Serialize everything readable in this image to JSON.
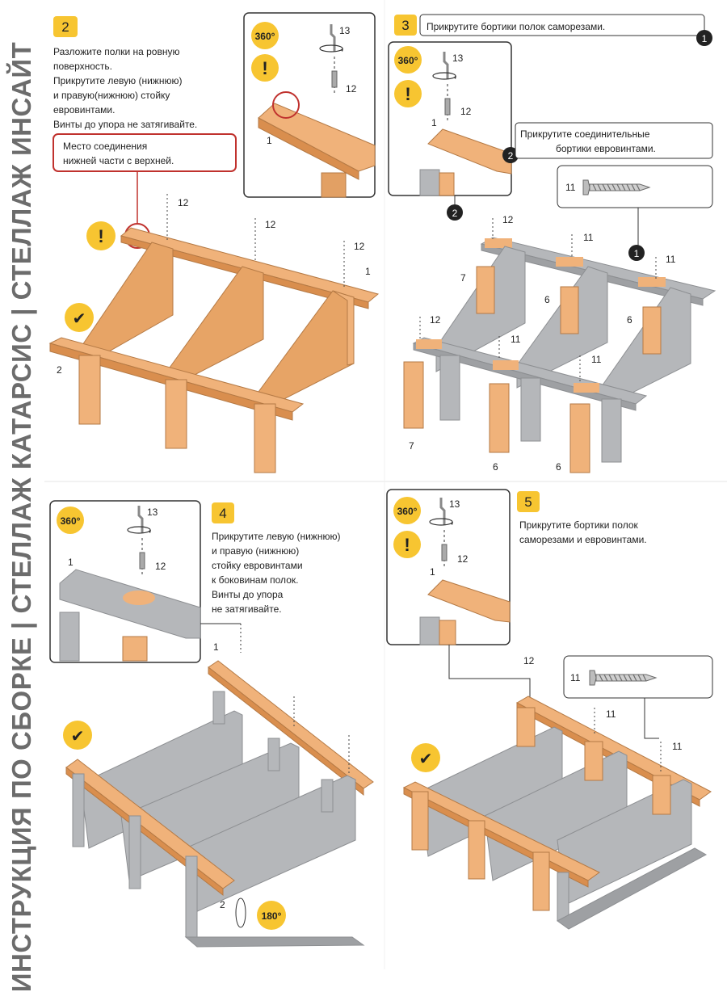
{
  "sidebar": {
    "title": "ИНСТРУКЦИЯ ПО СБОРКЕ | СТЕЛЛАЖ КАТАРСИС | СТЕЛЛАЖ ИНСАЙТ"
  },
  "colors": {
    "wood": "#f0b27a",
    "wood_dark": "#d98e4e",
    "metal": "#b5b7ba",
    "metal_dark": "#8d8f92",
    "badge": "#f7c531",
    "callout_border": "#c0322e"
  },
  "steps": {
    "s2": {
      "number": "2",
      "lines": [
        "Разложите полки на ровную",
        "поверхность.",
        "Прикрутите левую (нижнюю)",
        "и правую(нижнюю) стойку",
        "евровинтами.",
        "Винты до упора не затягивайте."
      ]
    },
    "s3": {
      "number": "3",
      "text": "Прикрутите бортики полок саморезами."
    },
    "s4": {
      "number": "4",
      "lines": [
        "Прикрутите левую (нижнюю)",
        "и правую (нижнюю)",
        "стойку евровинтами",
        "к боковинам полок.",
        "Винты до упора",
        "не затягивайте."
      ]
    },
    "s5": {
      "number": "5",
      "lines": [
        "Прикрутите бортики полок",
        "саморезами и евровинтами."
      ]
    }
  },
  "callouts": {
    "joint": [
      "Место соединения",
      "нижней части с верхней."
    ],
    "connecting": [
      "Прикрутите соединительные",
      "бортики евровинтами."
    ]
  },
  "badges": {
    "rotate360": "360°",
    "rotate180": "180°",
    "warning": "!",
    "check": "✔"
  },
  "markers": {
    "m1": "1",
    "m2": "2"
  },
  "parts": {
    "p1": "1",
    "p2": "2",
    "p6": "6",
    "p7": "7",
    "p11": "11",
    "p12": "12",
    "p13": "13"
  }
}
